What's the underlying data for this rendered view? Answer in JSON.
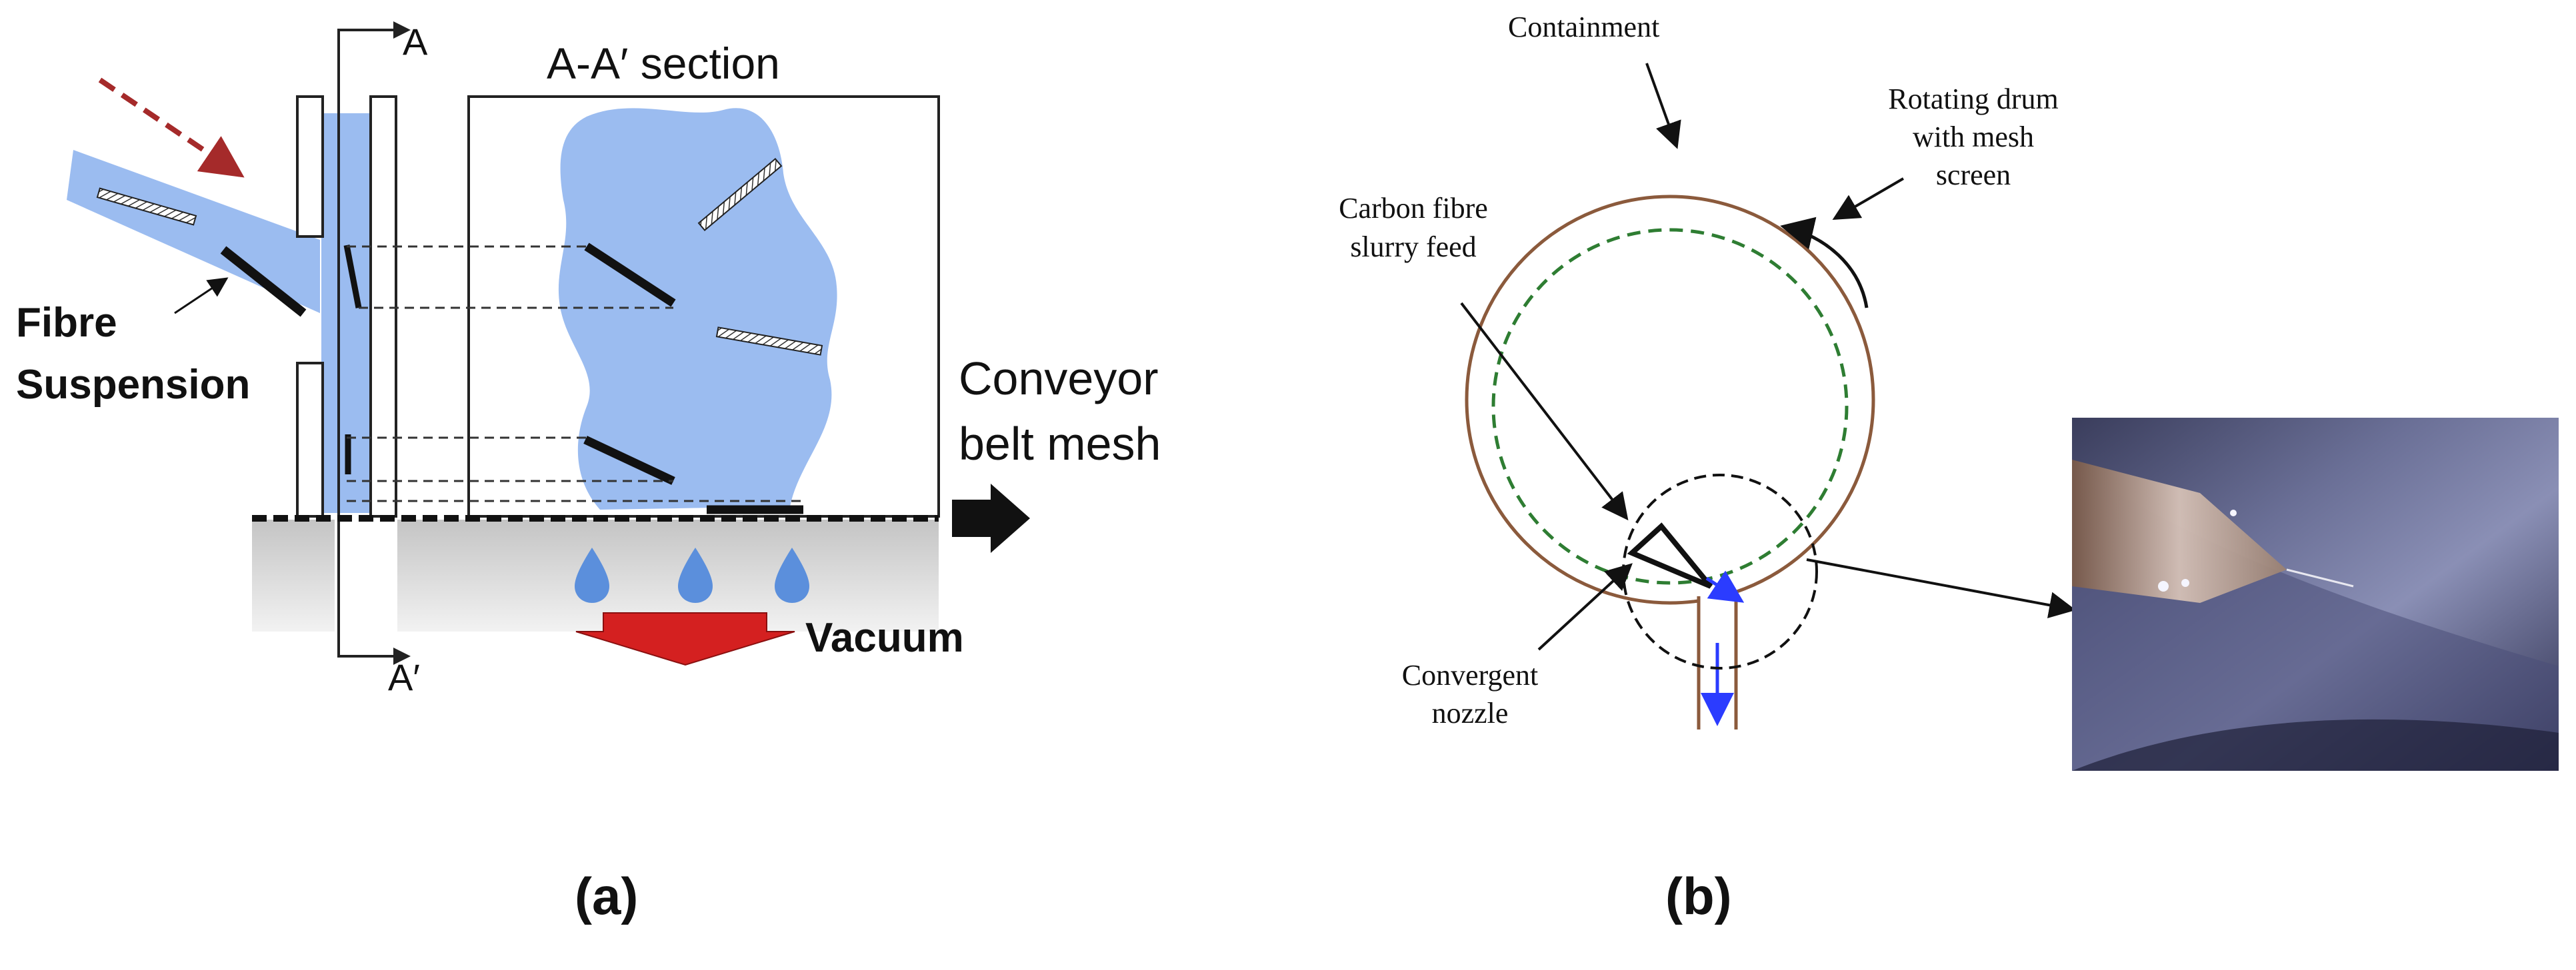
{
  "panel_a": {
    "label": "(a)",
    "section_marker_top": "A",
    "section_marker_bottom": "A′",
    "section_title": "A-A′ section",
    "fibre_label_line1": "Fibre",
    "fibre_label_line2": "Suspension",
    "conveyor_label_line1": "Conveyor",
    "conveyor_label_line2": "belt mesh",
    "vacuum_label": "Vacuum",
    "colors": {
      "slurry": "#9bbcf0",
      "fibre": "#111111",
      "droplet": "#5b8fdc",
      "vacuum_arrow": "#d42020",
      "feed_arrow": "#a52a2a"
    }
  },
  "panel_b": {
    "label": "(b)",
    "containment_label": "Containment",
    "drum_label_line1": "Rotating drum",
    "drum_label_line2": "with mesh",
    "drum_label_line3": "screen",
    "feed_label_line1": "Carbon fibre",
    "feed_label_line2": "slurry feed",
    "nozzle_label_line1": "Convergent",
    "nozzle_label_line2": "nozzle",
    "colors": {
      "containment": "#8b5a3c",
      "drum": "#2e7d32",
      "flow": "#2b3cff"
    }
  }
}
